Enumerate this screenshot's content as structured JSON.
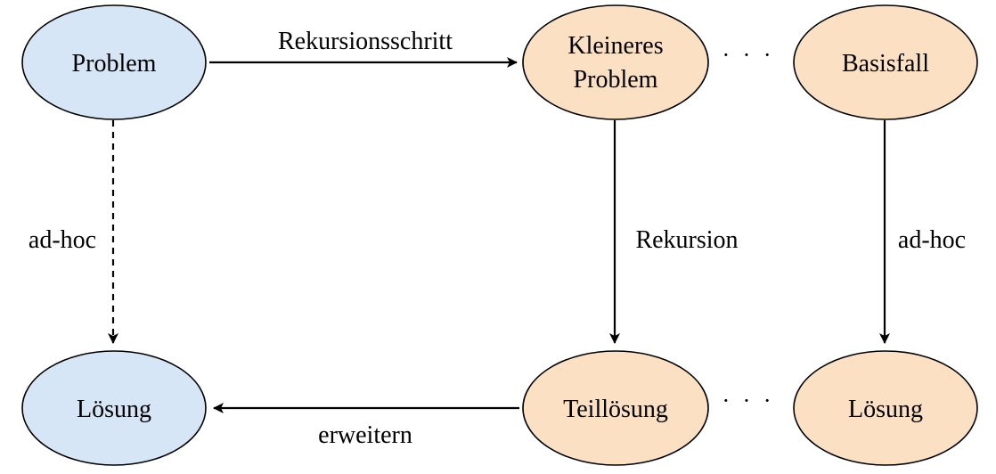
{
  "colors": {
    "problem_fill": "#d6e6f7",
    "subproblem_fill": "#fbe0c4",
    "stroke": "#000000"
  },
  "nodes": {
    "problem": "Problem",
    "smaller_problem_line1": "Kleineres",
    "smaller_problem_line2": "Problem",
    "base_case": "Basisfall",
    "solution": "Lösung",
    "partial_solution": "Teillösung",
    "base_solution": "Lösung"
  },
  "edges": {
    "recursion_step": "Rekursionsschritt",
    "ad_hoc_left": "ad-hoc",
    "recursion": "Rekursion",
    "ad_hoc_right": "ad-hoc",
    "extend": "erweitern"
  },
  "ellipsis": {
    "top": "· · ·",
    "bottom": "· · ·"
  }
}
